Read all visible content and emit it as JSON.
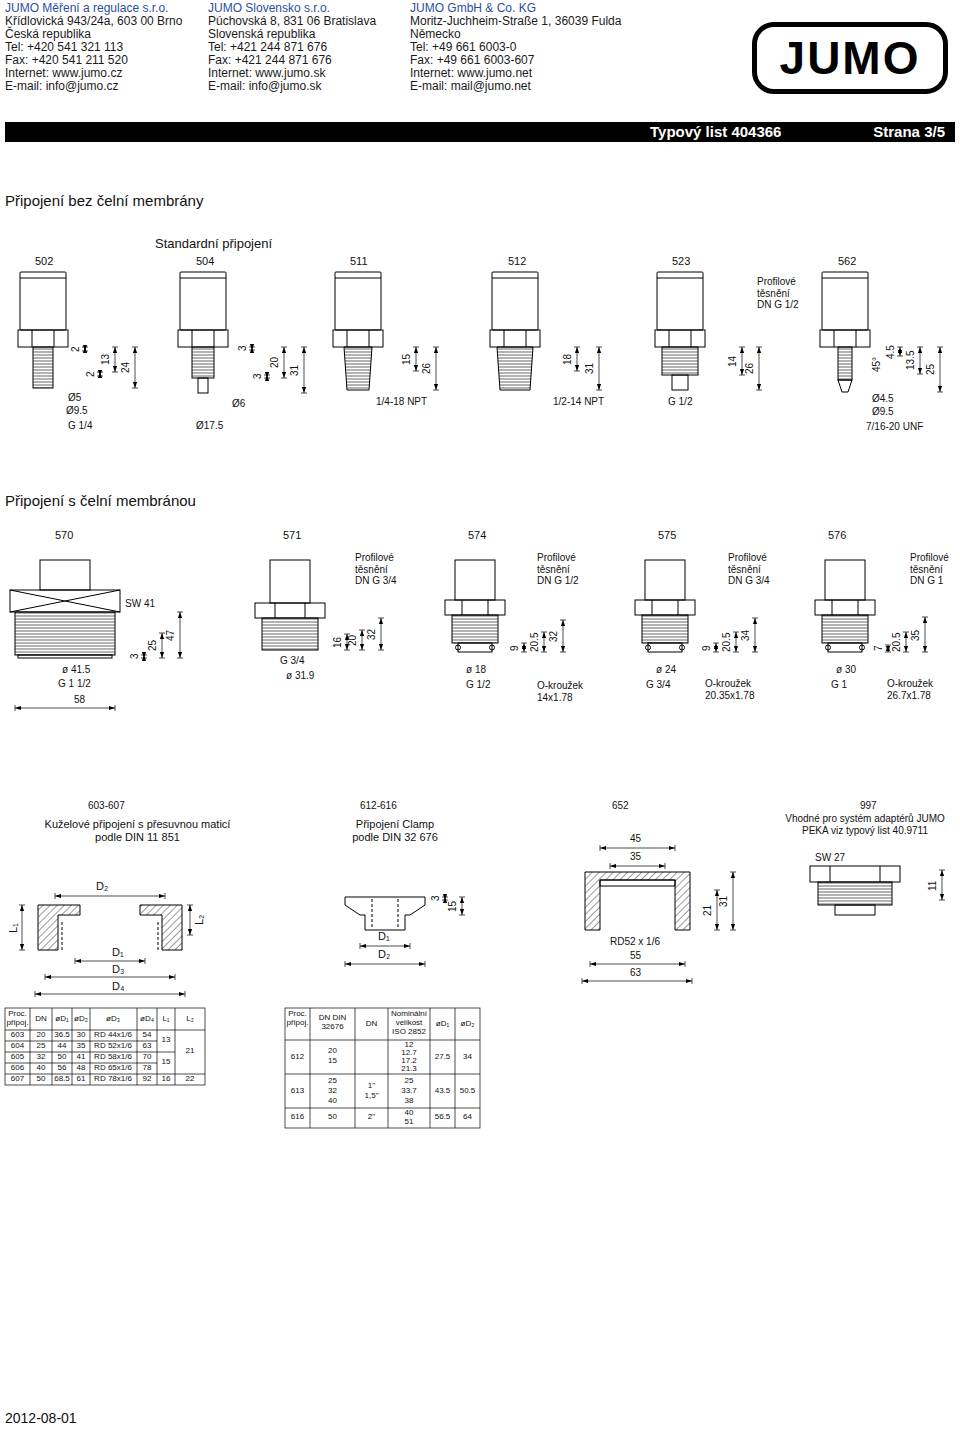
{
  "diagram": {
    "nodes": [
      {
        "text": [
          "Typový list 404366",
          "Strana 3/5"
        ]
      },
      {
        "text": [
          "JUMO"
        ]
      }
    ],
    "labels": [
      "JUMO Měření a regulace s.r.o.",
      "Křídlovická 943/24a, 603 00 Brno",
      "Česká republika",
      "Tel: +420 541 321 113",
      "Fax: +420 541 211 520",
      "Internet: www.jumo.cz",
      "E-mail: info@jumo.cz",
      "JUMO Slovensko s.r.o.",
      "Púchovská 8, 831 06 Bratislava",
      "Slovenská republika",
      "Tel: +421 244 871 676",
      "Fax: +421 244 871 676",
      "Internet: www.jumo.sk",
      "E-mail: info@jumo.sk",
      "JUMO GmbH & Co. KG",
      "Moritz-Juchheim-Straße 1, 36039 Fulda",
      "Německo",
      "Tel: +49 661 6003-0",
      "Fax: +49 661 6003-607",
      "Internet: www.jumo.net",
      "E-mail: mail@jumo.net",
      "Připojení bez čelní membrány",
      "Standardní připojení",
      "502",
      "504",
      "511",
      "512",
      "523",
      "562",
      "Profilové těsnění DN G 1/2",
      "2",
      "2",
      "13",
      "24",
      "Ø5",
      "Ø9.5",
      "G 1/4",
      "3",
      "3",
      "20",
      "31",
      "Ø6",
      "Ø17.5",
      "15",
      "26",
      "1/4-18 NPT",
      "18",
      "31",
      "1/2-14 NPT",
      "G 1/2",
      "14",
      "26",
      "45°",
      "4.5",
      "13.5",
      "25",
      "Ø4.5",
      "Ø9.5",
      "7/16-20 UNF",
      "Připojení s čelní membránou",
      "570",
      "571",
      "574",
      "575",
      "576",
      "Profilové těsnění DN G 3/4",
      "Profilové těsnění DN G 1/2",
      "Profilové těsnění DN G 3/4",
      "Profilové těsnění DN G 1",
      "SW 41",
      "3",
      "25",
      "47",
      "ø 41.5",
      "G 1 1/2",
      "58",
      "G 3/4",
      "ø 31.9",
      "16",
      "20",
      "32",
      "ø 18",
      "G 1/2",
      "O-kroužek 14x1.78",
      "9",
      "20.5",
      "32",
      "ø 24",
      "G 3/4",
      "O-kroužek 20.35x1.78",
      "9",
      "20.5",
      "34",
      "ø 30",
      "G 1",
      "O-kroužek 26.7x1.78",
      "7",
      "20.5",
      "35",
      "603-607",
      "Kuželové připojení s přesuvnou maticí podle DIN 11 851",
      "D₂",
      "L₁",
      "L₂",
      "D₁",
      "D₃",
      "D₄",
      "612-616",
      "Připojení Clamp podle DIN 32 676",
      "D₁",
      "D₂",
      "3",
      "15",
      "652",
      "45",
      "35",
      "21",
      "31",
      "RD52 x 1/6",
      "55",
      "63",
      "997",
      "Vhodné pro systém adaptérů JUMO PEKA viz typový list 40.9711",
      "SW 27",
      "11",
      "Proc. připoj.",
      "DN",
      "øD₁",
      "øD₂",
      "øD₃",
      "øD₄",
      "L₁",
      "L₂",
      "603",
      "20",
      "36.5",
      "30",
      "RD 44x1/6",
      "54",
      "13",
      "604",
      "25",
      "44",
      "35",
      "RD 52x1/6",
      "63",
      "21",
      "605",
      "32",
      "50",
      "41",
      "RD 58x1/6",
      "70",
      "15",
      "606",
      "40",
      "56",
      "48",
      "RD 65x1/6",
      "78",
      "607",
      "50",
      "68.5",
      "61",
      "RD 78x1/6",
      "92",
      "16",
      "22",
      "Proc. připoj.",
      "DN DIN 32676",
      "DN",
      "Nominální velikost ISO 2852",
      "øD₁",
      "øD₂",
      "612",
      "20",
      "15",
      "12",
      "12.7",
      "17.2",
      "21.3",
      "27.5",
      "34",
      "613",
      "25",
      "32",
      "40",
      "1\"",
      "1,5\"",
      "25",
      "33.7",
      "38",
      "43.5",
      "50.5",
      "616",
      "50",
      "2\"",
      "40",
      "51",
      "56.5",
      "64",
      "2012-08-01"
    ]
  }
}
